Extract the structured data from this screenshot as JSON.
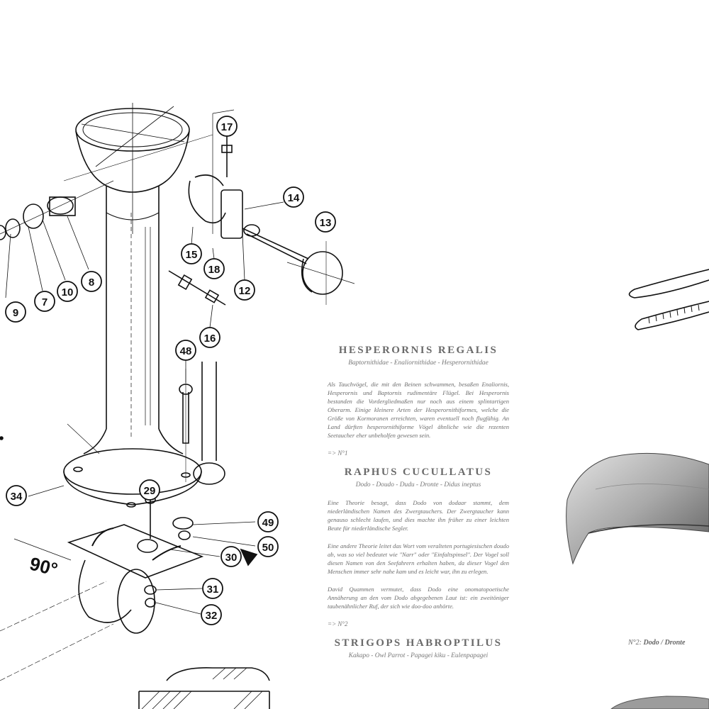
{
  "diagram": {
    "part_labels": [
      "17",
      "14",
      "13",
      "15",
      "18",
      "12",
      "16",
      "9",
      "7",
      "10",
      "8",
      "48",
      "29",
      "49",
      "50",
      "30",
      "31",
      "32",
      "34"
    ],
    "angle_label": "90°"
  },
  "sections": [
    {
      "title": "HESPERORNIS REGALIS",
      "subtitle": "Baptornithidae - Enaliornithidae - Hesperornithidae",
      "paragraphs": [
        "Als Tauchvögel, die mit den Beinen schwammen, besaßen Enaliornis, Hesperornis und Baptornis rudimentäre Flügel. Bei Hesperornis bestanden die Vordergliedmaßen nur noch aus einem splintartigen Oberarm. Einige kleinere Arten der Hesperornithiformes, welche die Größe von Kormoranen erreichten, waren eventuell noch flugfähig. An Land dürften hesperornithiforme Vögel ähnliche wie die rezenten Seetaucher eher unbeholfen gewesen sein."
      ],
      "ref": "=> N°1"
    },
    {
      "title": "RAPHUS CUCULLATUS",
      "subtitle": "Dodo - Doudo - Dudu - Dronte - Didus ineptus",
      "paragraphs": [
        "Eine Theorie besagt, dass Dodo von dodaar stammt, dem niederländischen Namen des Zwergtauchers. Der Zwergtaucher kann genauso schlecht laufen, und dies machte ihn früher zu einer leichten Beute für niederländische Segler.",
        "Eine andere Theorie leitet das Wort vom veralteten portugiesischen doudo ab, was so viel bedeutet wie \"Narr\" oder \"Einfaltspinsel\". Der Vogel soll diesen Namen von den Seefahrern erhalten haben, da dieser Vogel den Menschen immer sehr nahe kam und es leicht war, ihn zu erlegen.",
        "David Quammen vermutet, dass Dodo eine onomatopoetische Annäherung an den vom Dodo abgegebenen Laut ist: ein zweitöniger taubenähnlicher Ruf, der sich wie doo-doo anhörte."
      ],
      "ref": "=> N°2"
    },
    {
      "title": "STRIGOPS HABROPTILUS",
      "subtitle": "Kakapo - Owl Parrot - Papagei kiku - Eulenpapagei"
    }
  ],
  "caption": {
    "number": "N°2:",
    "name": "Dodo / Dronte"
  }
}
